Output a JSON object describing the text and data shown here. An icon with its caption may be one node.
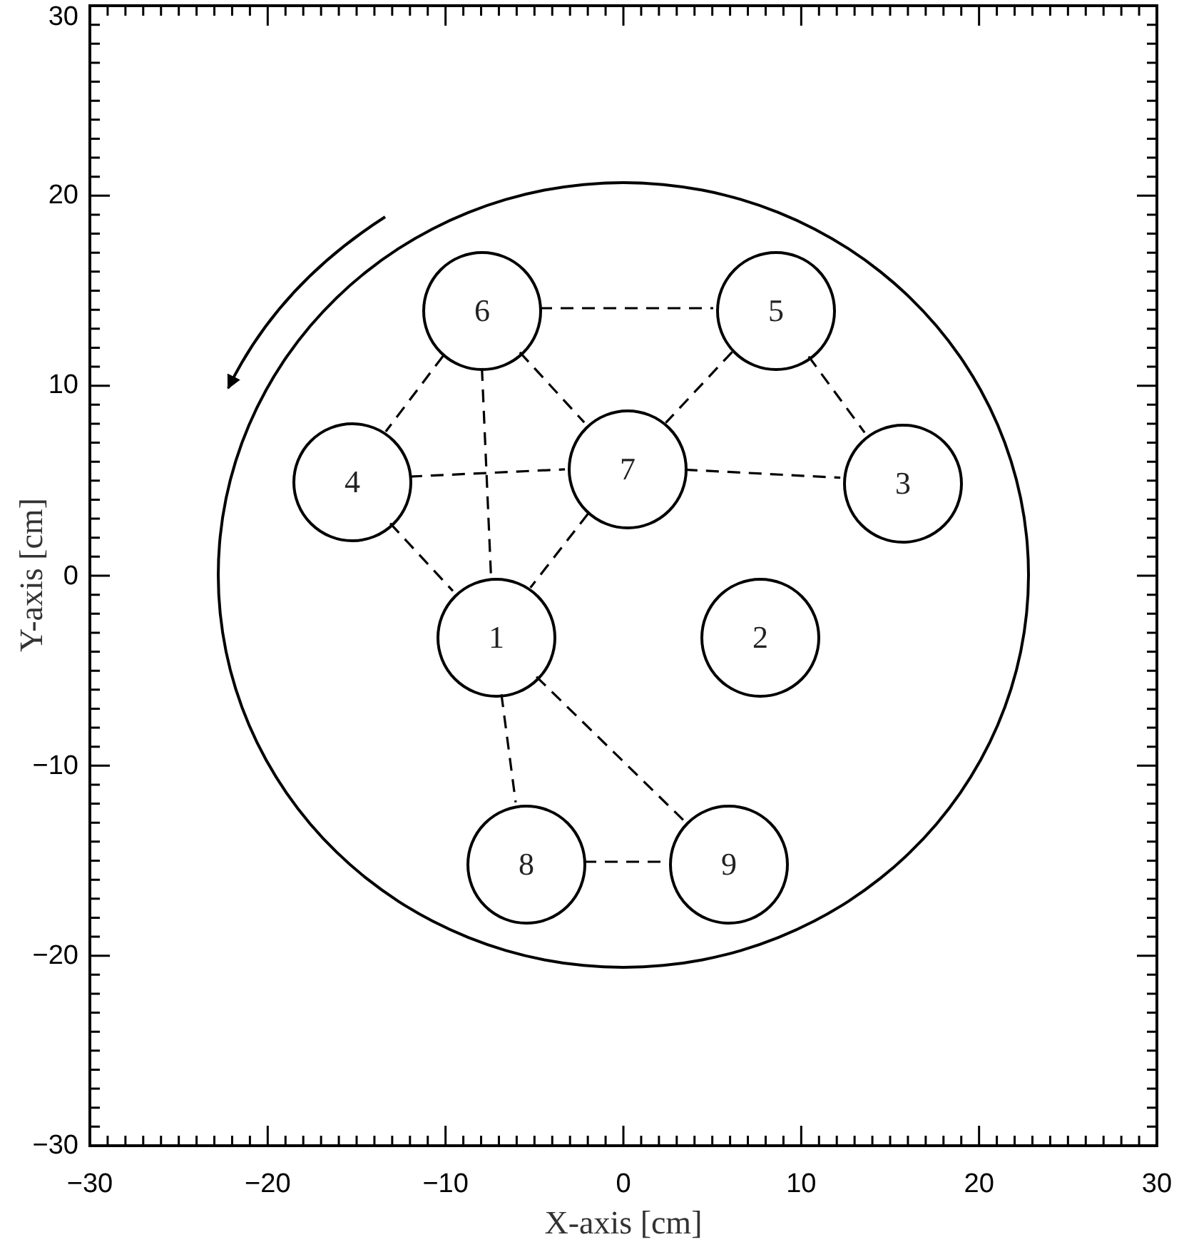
{
  "diagram": {
    "nodes": [
      {
        "text": [],
        "shape": "circle"
      },
      {
        "text": [
          "6"
        ],
        "in": 0
      },
      {
        "text": [
          "5"
        ],
        "in": 0
      },
      {
        "text": [
          "4"
        ],
        "in": 0
      },
      {
        "text": [
          "7"
        ],
        "in": 0
      },
      {
        "text": [
          "3"
        ],
        "in": 0
      },
      {
        "text": [
          "1"
        ],
        "in": 0
      },
      {
        "text": [
          "2"
        ],
        "in": 0
      },
      {
        "text": [
          "8"
        ],
        "in": 0
      },
      {
        "text": [
          "9"
        ],
        "in": 0
      }
    ],
    "edges": [
      {
        "from": 1,
        "to": 2,
        "arrow": "none",
        "style": "dashed"
      },
      {
        "from": 1,
        "to": 3,
        "arrow": "none",
        "style": "dashed"
      },
      {
        "from": 1,
        "to": 4,
        "arrow": "none",
        "style": "dashed"
      },
      {
        "from": 1,
        "to": 6,
        "arrow": "none",
        "style": "dashed"
      },
      {
        "from": 2,
        "to": 4,
        "arrow": "none",
        "style": "dashed"
      },
      {
        "from": 2,
        "to": 5,
        "arrow": "none",
        "style": "dashed"
      },
      {
        "from": 3,
        "to": 4,
        "arrow": "none",
        "style": "dashed"
      },
      {
        "from": 3,
        "to": 6,
        "arrow": "none",
        "style": "dashed"
      },
      {
        "from": 4,
        "to": 5,
        "arrow": "none",
        "style": "dashed"
      },
      {
        "from": 4,
        "to": 6,
        "arrow": "none",
        "style": "dashed"
      },
      {
        "from": 6,
        "to": 8,
        "arrow": "none",
        "style": "dashed"
      },
      {
        "from": 6,
        "to": 9,
        "arrow": "none",
        "style": "dashed"
      },
      {
        "from": 8,
        "to": 9,
        "arrow": "none",
        "style": "dashed"
      }
    ],
    "labels": [
      "30",
      "20",
      "10",
      "0",
      "−10",
      "−20",
      "−30",
      "Y-axis [cm]",
      "−30",
      "−20",
      "−10",
      "0",
      "10",
      "20",
      "30",
      "X-axis [cm]"
    ]
  }
}
